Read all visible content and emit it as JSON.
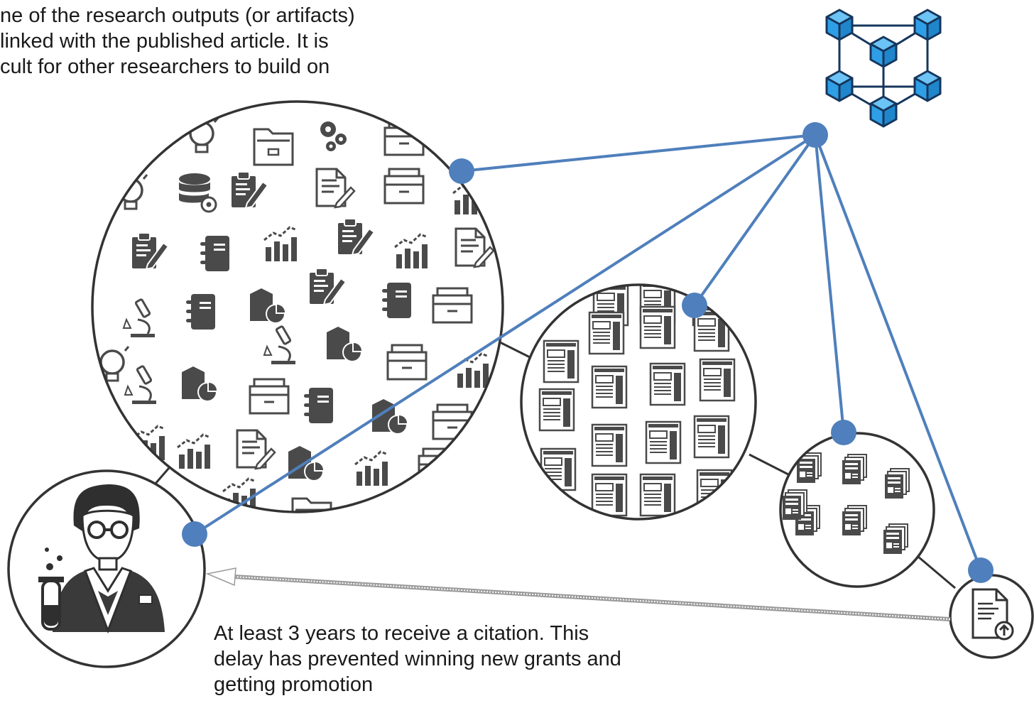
{
  "caption_top": {
    "lines": [
      "ne of the research outputs (or artifacts)",
      " linked with the published article. It is",
      "cult for other researchers to build on"
    ]
  },
  "caption_bottom": {
    "lines": [
      "At least 3 years to receive a citation. This",
      "delay has prevented winning new grants and",
      "getting promotion"
    ]
  },
  "icons": {
    "hub": "blockchain-cubes-icon",
    "researcher": "scientist-with-test-tube-icon",
    "artifacts": [
      "lightbulb-icon",
      "folder-icon",
      "gears-icon",
      "file-box-icon",
      "database-gear-icon",
      "clipboard-edit-icon",
      "document-edit-icon",
      "notebook-icon",
      "chart-growth-icon",
      "microscope-icon",
      "pie-chart-icon"
    ],
    "articles": "article-page-icon",
    "citations": "document-stack-icon",
    "upload": "document-upload-icon"
  },
  "colors": {
    "link_line": "#4f7fbc",
    "node_dot": "#4f7fbc",
    "circle_stroke": "#333333",
    "icon_fill": "#4a4a4a",
    "cube_fill": "#2e9fe6",
    "cube_stroke": "#16365c"
  }
}
